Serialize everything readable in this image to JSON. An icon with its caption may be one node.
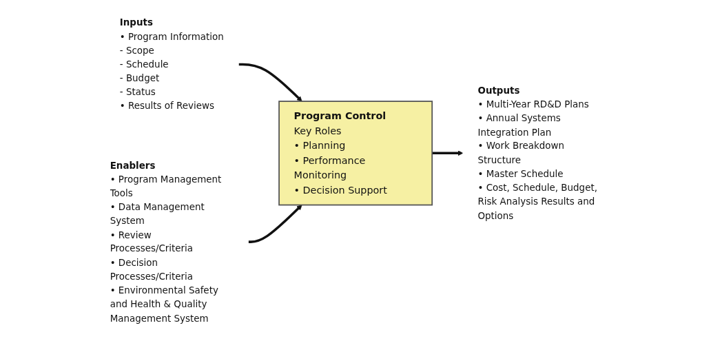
{
  "diagram": {
    "nodes": [
      {
        "text": [
          "Inputs",
          "• Program Information",
          "- Scope",
          "- Schedule",
          "- Budget",
          "- Status",
          "• Results of Reviews"
        ]
      },
      {
        "text": [
          "Program Control",
          "Key Roles",
          "• Planning",
          "• Performance Monitoring",
          "• Decision Support"
        ]
      },
      {
        "text": [
          "Outputs",
          "• Multi-Year RD&D Plans",
          "• Annual Systems Integration Plan",
          "• Work Breakdown Structure",
          "• Master Schedule",
          "• Cost, Schedule, Budget, Risk Analysis Results and Options"
        ]
      },
      {
        "text": [
          "Enablers",
          "• Program Management Tools",
          "• Data Management System",
          "• Review Processes/Criteria",
          "• Decision Processes/Criteria",
          "• Environmental Safety and Health & Quality Management System"
        ]
      }
    ],
    "edges": [
      {
        "from": 0,
        "to": 1,
        "arrow": "to"
      },
      {
        "from": 1,
        "to": 2,
        "arrow": "to"
      },
      {
        "from": 3,
        "to": 1,
        "arrow": "to"
      }
    ]
  }
}
